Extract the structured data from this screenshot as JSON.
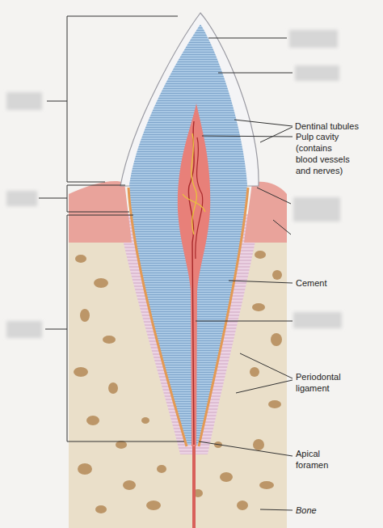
{
  "diagram": {
    "labels": [
      "Dentinal tubules",
      "Pulp cavity (contains blood vessels and nerves)",
      "Cement",
      "Periodontal ligament",
      "Apical foramen",
      "Bone"
    ]
  }
}
